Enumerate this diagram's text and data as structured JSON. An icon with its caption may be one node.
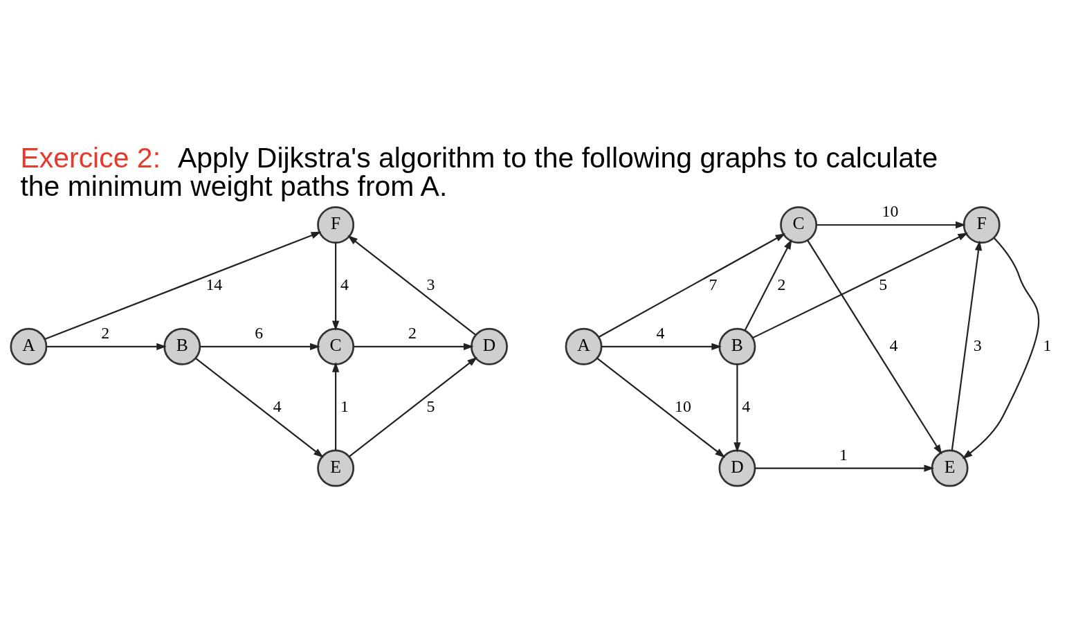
{
  "diagram": {
    "title": "Exercice 2:",
    "caption": "Apply Dijkstra's algorithm to the following graphs to calculate the minimum weight paths from A.",
    "nodes": [
      {
        "text": [
          "A"
        ]
      },
      {
        "text": [
          "B"
        ]
      },
      {
        "text": [
          "C"
        ]
      },
      {
        "text": [
          "D"
        ]
      },
      {
        "text": [
          "E"
        ]
      },
      {
        "text": [
          "F"
        ]
      },
      {
        "text": [
          "A"
        ]
      },
      {
        "text": [
          "B"
        ]
      },
      {
        "text": [
          "C"
        ]
      },
      {
        "text": [
          "D"
        ]
      },
      {
        "text": [
          "E"
        ]
      },
      {
        "text": [
          "F"
        ]
      }
    ],
    "edges": [
      {
        "from": 0,
        "to": 5,
        "arrow": "to",
        "label": "14"
      },
      {
        "from": 0,
        "to": 1,
        "arrow": "to",
        "label": "2"
      },
      {
        "from": 1,
        "to": 2,
        "arrow": "to",
        "label": "6"
      },
      {
        "from": 2,
        "to": 3,
        "arrow": "to",
        "label": "2"
      },
      {
        "from": 5,
        "to": 2,
        "arrow": "to",
        "label": "4"
      },
      {
        "from": 3,
        "to": 5,
        "arrow": "to",
        "label": "3"
      },
      {
        "from": 1,
        "to": 4,
        "arrow": "to",
        "label": "4"
      },
      {
        "from": 4,
        "to": 2,
        "arrow": "to",
        "label": "1"
      },
      {
        "from": 4,
        "to": 3,
        "arrow": "to",
        "label": "5"
      },
      {
        "from": 6,
        "to": 8,
        "arrow": "to",
        "label": "7"
      },
      {
        "from": 6,
        "to": 7,
        "arrow": "to",
        "label": "4"
      },
      {
        "from": 6,
        "to": 9,
        "arrow": "to",
        "label": "10"
      },
      {
        "from": 7,
        "to": 8,
        "arrow": "to",
        "label": "2"
      },
      {
        "from": 7,
        "to": 11,
        "arrow": "to",
        "label": "5"
      },
      {
        "from": 7,
        "to": 9,
        "arrow": "to",
        "label": "4"
      },
      {
        "from": 8,
        "to": 11,
        "arrow": "to",
        "label": "10"
      },
      {
        "from": 8,
        "to": 10,
        "arrow": "to",
        "label": "4"
      },
      {
        "from": 9,
        "to": 10,
        "arrow": "to",
        "label": "1"
      },
      {
        "from": 10,
        "to": 11,
        "arrow": "to",
        "label": "3"
      },
      {
        "from": 11,
        "to": 10,
        "arrow": "to",
        "label": "1"
      }
    ]
  }
}
